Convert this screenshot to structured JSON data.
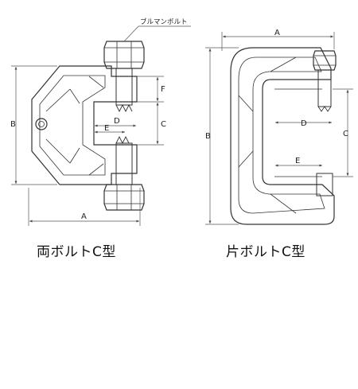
{
  "captions": {
    "double_bolt": "両ボルトC型",
    "single_bolt": "片ボルトC型"
  },
  "callout": {
    "bull_bolt": "ブルマンボルト"
  },
  "dimensions": {
    "a": "A",
    "b": "B",
    "c": "C",
    "d": "D",
    "e": "E",
    "f": "F"
  },
  "colors": {
    "line": "#333333",
    "dim_line": "#555555",
    "background": "#ffffff"
  }
}
